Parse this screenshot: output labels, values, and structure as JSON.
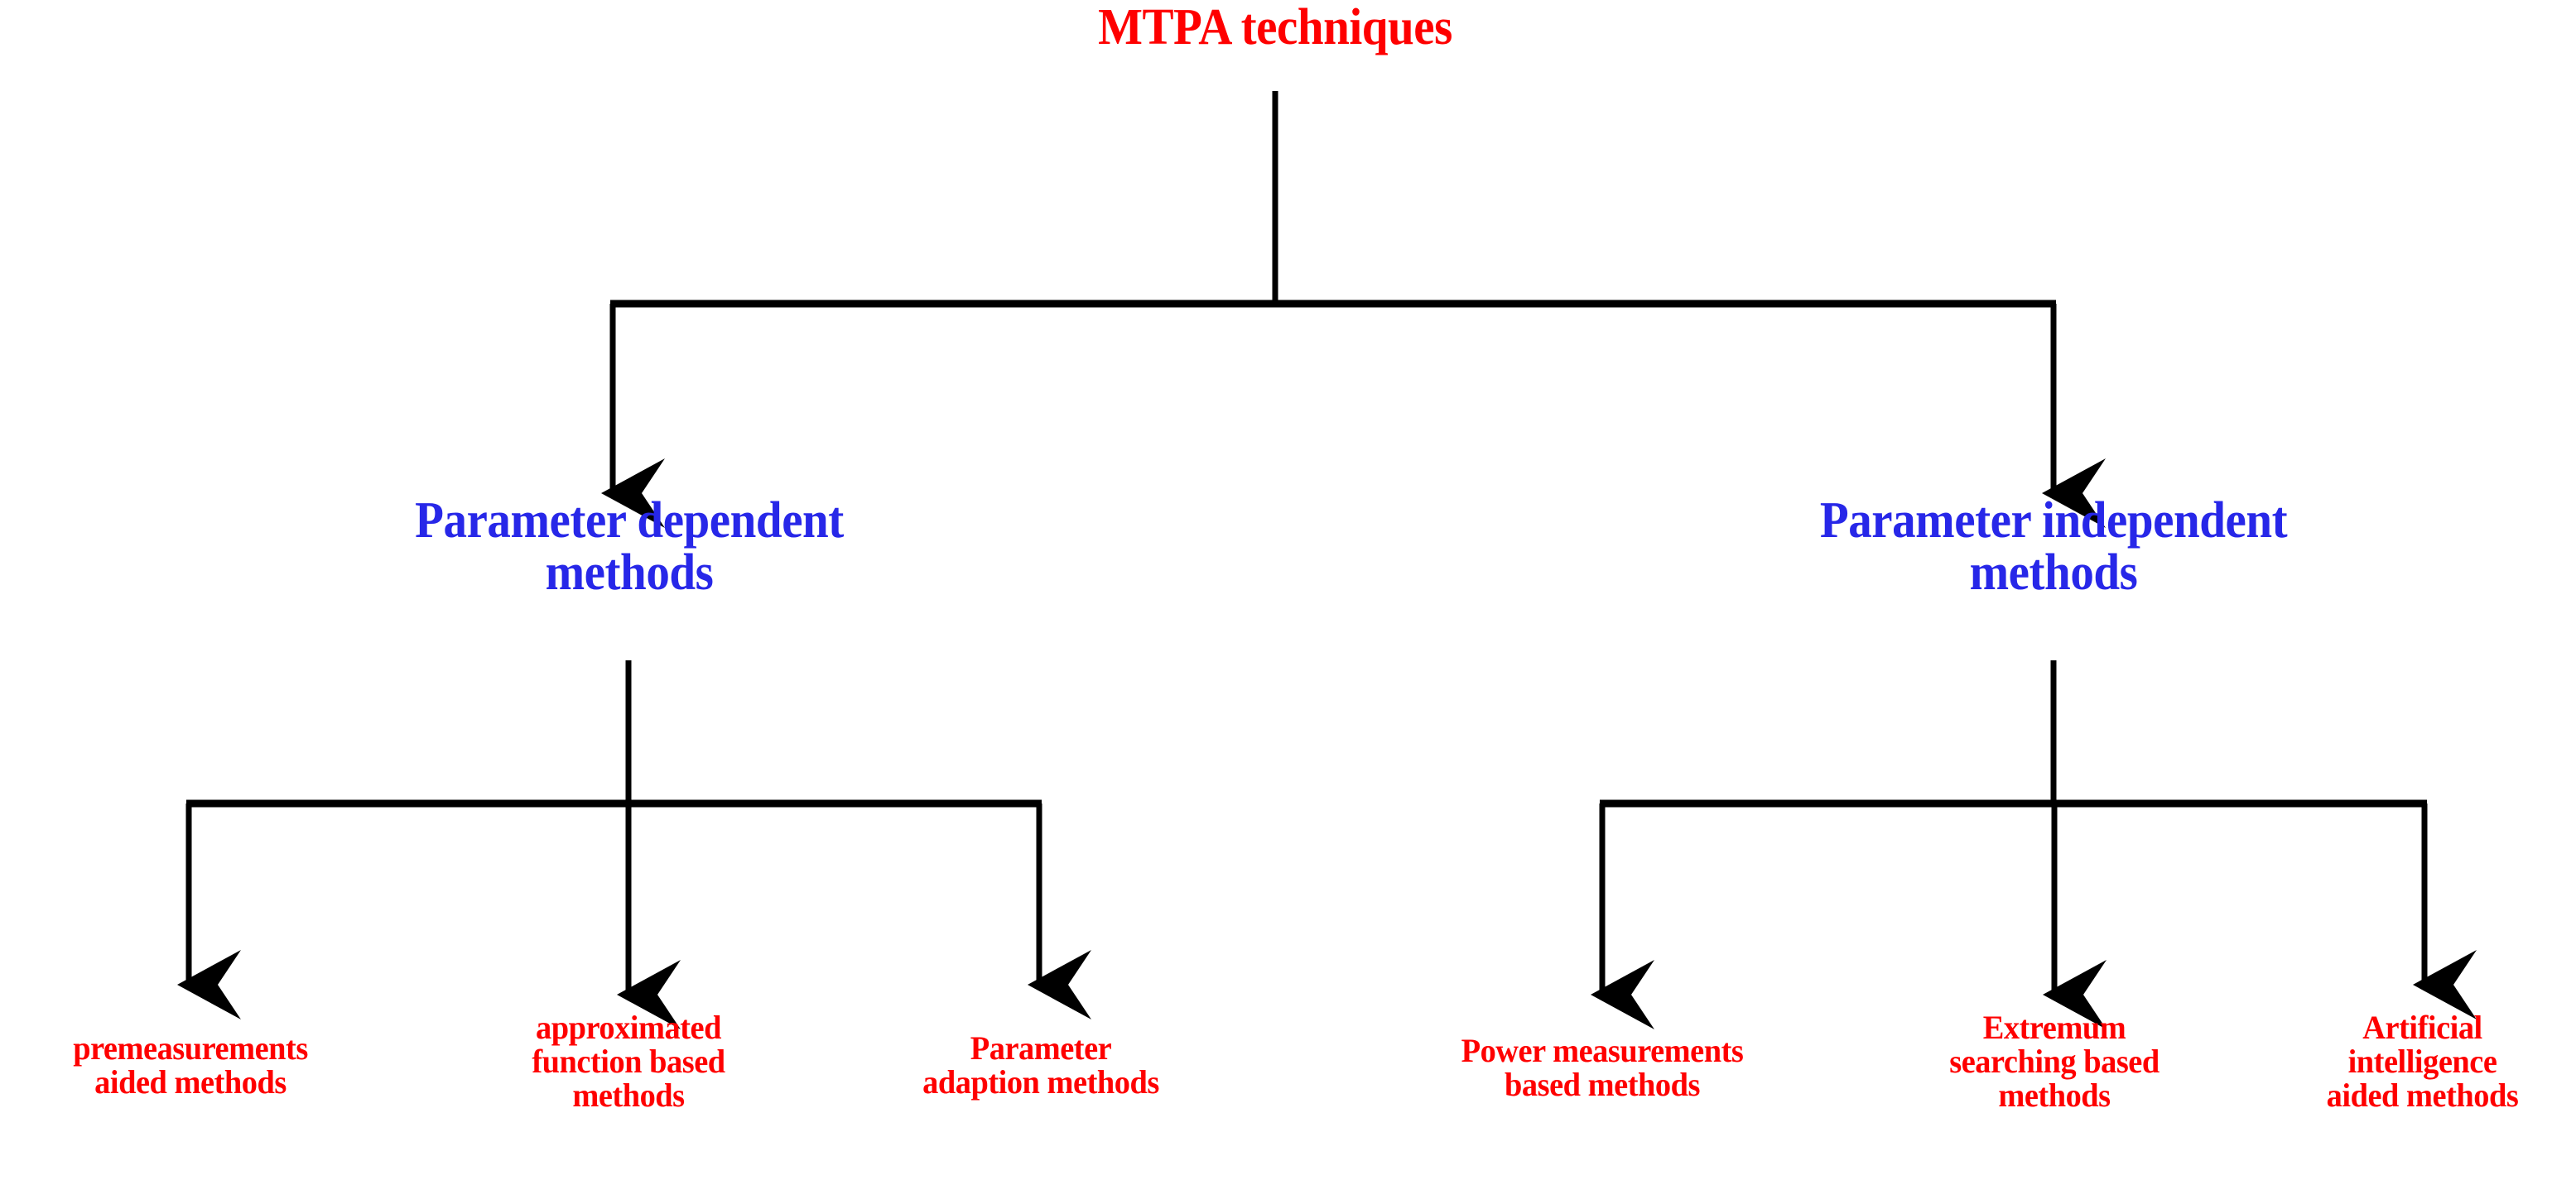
{
  "diagram": {
    "title": "MTPA techniques",
    "type": "tree-hierarchy",
    "colors": {
      "root_text": "#FE0000",
      "level2_text": "#2727E8",
      "leaf_text": "#FE0000",
      "connector": "#000000",
      "background": "#FFFFFF"
    },
    "root": {
      "label": "MTPA techniques"
    },
    "branches": [
      {
        "label": "Parameter dependent\nmethods",
        "children": [
          {
            "label": "premeasurements\naided methods"
          },
          {
            "label": "approximated\nfunction based\nmethods"
          },
          {
            "label": "Parameter\nadaption methods"
          }
        ]
      },
      {
        "label": "Parameter independent\nmethods",
        "children": [
          {
            "label": "Power measurements\nbased methods"
          },
          {
            "label": "Extremum\nsearching based\nmethods"
          },
          {
            "label": "Artificial\nintelligence\naided methods"
          }
        ]
      }
    ]
  }
}
